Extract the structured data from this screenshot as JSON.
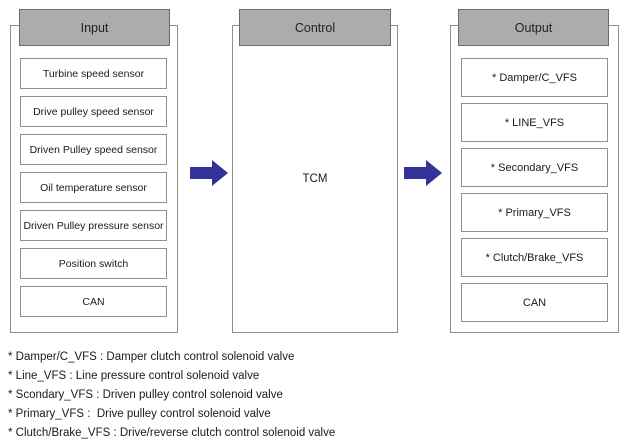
{
  "diagram": {
    "input": {
      "header": "Input",
      "items": [
        "Turbine speed sensor",
        "Drive pulley speed sensor",
        "Driven Pulley speed sensor",
        "Oil temperature sensor",
        "Driven Pulley pressure sensor",
        "Position switch",
        "CAN"
      ]
    },
    "control": {
      "header": "Control",
      "unit": "TCM"
    },
    "output": {
      "header": "Output",
      "items": [
        "* Damper/C_VFS",
        "* LINE_VFS",
        "* Secondary_VFS",
        "* Primary_VFS",
        "* Clutch/Brake_VFS",
        "CAN"
      ]
    }
  },
  "notes": [
    "* Damper/C_VFS : Damper clutch control solenoid valve",
    "* Line_VFS : Line pressure control solenoid valve",
    "* Scondary_VFS : Driven pulley control solenoid valve",
    "* Primary_VFS :  Drive pulley control solenoid valve",
    "* Clutch/Brake_VFS : Drive/reverse clutch control solenoid valve"
  ],
  "colors": {
    "header_fill": "#acacac",
    "header_border": "#6b6b6b",
    "box_border": "#8f8f8f",
    "arrow": "#333399"
  }
}
